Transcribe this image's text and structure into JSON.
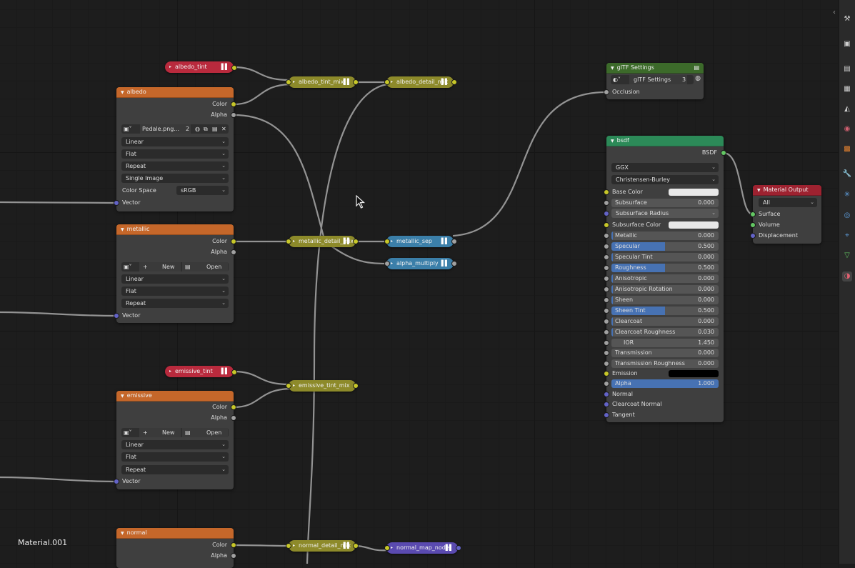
{
  "material_name": "Material.001",
  "reroutes": {
    "albedo_tint": "albedo_tint",
    "albedo_tint_mix": "albedo_tint_mix",
    "albedo_detail_mix": "albedo_detail_mix",
    "metallic_detail_mix": "metallic_detail_mix",
    "metallic_sep": "metallic_sep",
    "alpha_multiply": "alpha_multiply",
    "emissive_tint": "emissive_tint",
    "emissive_tint_mix": "emissive_tint_mix",
    "normal_detail_mix": "normal_detail_mix",
    "normal_map_node": "normal_map_node"
  },
  "albedo": {
    "title": "albedo",
    "out_color": "Color",
    "out_alpha": "Alpha",
    "image_name": "Pedale.png...",
    "users": "2",
    "interpolation": "Linear",
    "projection": "Flat",
    "extension": "Repeat",
    "source": "Single Image",
    "color_space_label": "Color Space",
    "color_space": "sRGB",
    "in_vector": "Vector"
  },
  "metallic": {
    "title": "metallic",
    "out_color": "Color",
    "out_alpha": "Alpha",
    "new_label": "New",
    "open_label": "Open",
    "interpolation": "Linear",
    "projection": "Flat",
    "extension": "Repeat",
    "in_vector": "Vector"
  },
  "emissive": {
    "title": "emissive",
    "out_color": "Color",
    "out_alpha": "Alpha",
    "new_label": "New",
    "open_label": "Open",
    "interpolation": "Linear",
    "projection": "Flat",
    "extension": "Repeat",
    "in_vector": "Vector"
  },
  "normal": {
    "title": "normal",
    "out_color": "Color",
    "out_alpha": "Alpha"
  },
  "gltf": {
    "title": "glTF Settings",
    "group_name": "glTF Settings",
    "users": "3",
    "in_occlusion": "Occlusion"
  },
  "bsdf": {
    "title": "bsdf",
    "out_bsdf": "BSDF",
    "distribution": "GGX",
    "subsurface_method": "Christensen-Burley",
    "base_color_label": "Base Color",
    "base_color": "#e8e8e8",
    "subsurface_label": "Subsurface",
    "subsurface": "0.000",
    "subsurface_radius_label": "Subsurface Radius",
    "subsurface_color_label": "Subsurface Color",
    "subsurface_color": "#e8e8e8",
    "fields": [
      {
        "label": "Metallic",
        "value": "0.000",
        "fill": 0
      },
      {
        "label": "Specular",
        "value": "0.500",
        "fill": 0.5
      },
      {
        "label": "Specular Tint",
        "value": "0.000",
        "fill": 0
      },
      {
        "label": "Roughness",
        "value": "0.500",
        "fill": 0.5
      },
      {
        "label": "Anisotropic",
        "value": "0.000",
        "fill": 0
      },
      {
        "label": "Anisotropic Rotation",
        "value": "0.000",
        "fill": 0
      },
      {
        "label": "Sheen",
        "value": "0.000",
        "fill": 0
      },
      {
        "label": "Sheen Tint",
        "value": "0.500",
        "fill": 0.5
      },
      {
        "label": "Clearcoat",
        "value": "0.000",
        "fill": 0
      },
      {
        "label": "Clearcoat Roughness",
        "value": "0.030",
        "fill": 0.03
      }
    ],
    "ior_label": "IOR",
    "ior": "1.450",
    "transmission_label": "Transmission",
    "transmission": "0.000",
    "transmission_roughness_label": "Transmission Roughness",
    "transmission_roughness": "0.000",
    "emission_label": "Emission",
    "emission_color": "#000000",
    "alpha_label": "Alpha",
    "alpha": "1.000",
    "alpha_fill": 1,
    "normal_label": "Normal",
    "clearcoat_normal_label": "Clearcoat Normal",
    "tangent_label": "Tangent"
  },
  "output": {
    "title": "Material Output",
    "target": "All",
    "in_surface": "Surface",
    "in_volume": "Volume",
    "in_displacement": "Displacement"
  },
  "colors": {
    "texture_header": "#c5672a",
    "shader_header": "#2c8a58",
    "group_header": "#3c6a2a",
    "output_header": "#9e2230",
    "socket_color": "#c7c729",
    "socket_float": "#a1a1a1",
    "socket_vector": "#6363c7",
    "socket_shader": "#63c763",
    "wire": "#9a9a9a",
    "slider_fill": "#4772b3"
  },
  "sidebar_icons": [
    "tool-icon",
    "render-icon",
    "output-icon",
    "view-layer-icon",
    "scene-icon",
    "world-icon",
    "object-icon",
    "modifier-icon",
    "particles-icon",
    "physics-icon",
    "constraints-icon",
    "data-icon",
    "material-icon"
  ]
}
